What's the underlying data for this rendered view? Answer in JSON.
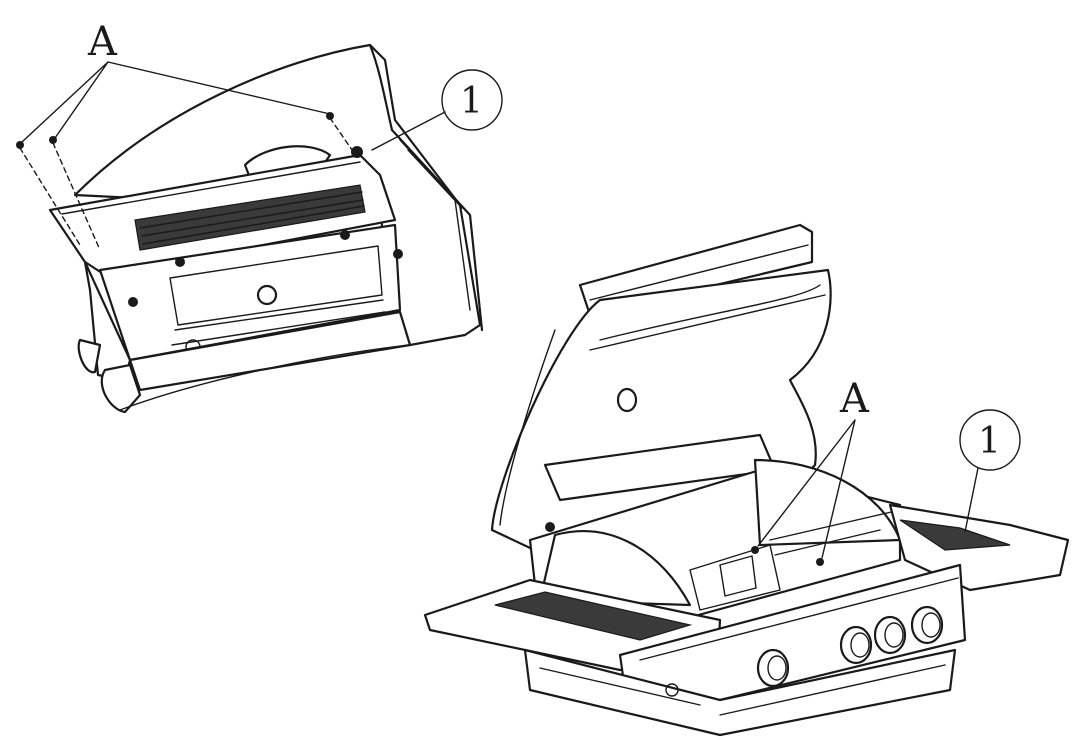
{
  "callouts": {
    "top_left": {
      "part_label": "A",
      "item_number": "1"
    },
    "bottom_right": {
      "part_label": "A",
      "item_number": "1"
    }
  },
  "colors": {
    "line": "#1a1a1a",
    "background": "#ffffff"
  },
  "icons": [
    "grill-underside-view",
    "grill-open-lid-view",
    "screw-icon"
  ]
}
